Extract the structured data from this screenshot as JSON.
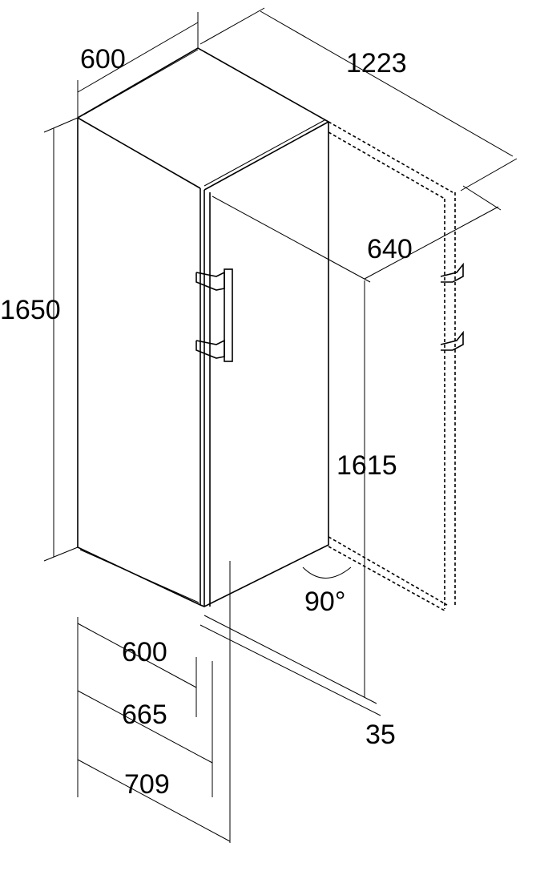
{
  "dimensions": {
    "top_width": "600",
    "overall_depth_open": "1223",
    "door_open_depth": "640",
    "height": "1650",
    "door_height": "1615",
    "door_angle": "90°",
    "depth_body": "600",
    "depth_with_door": "665",
    "depth_with_handle": "709",
    "door_clearance": "35"
  }
}
